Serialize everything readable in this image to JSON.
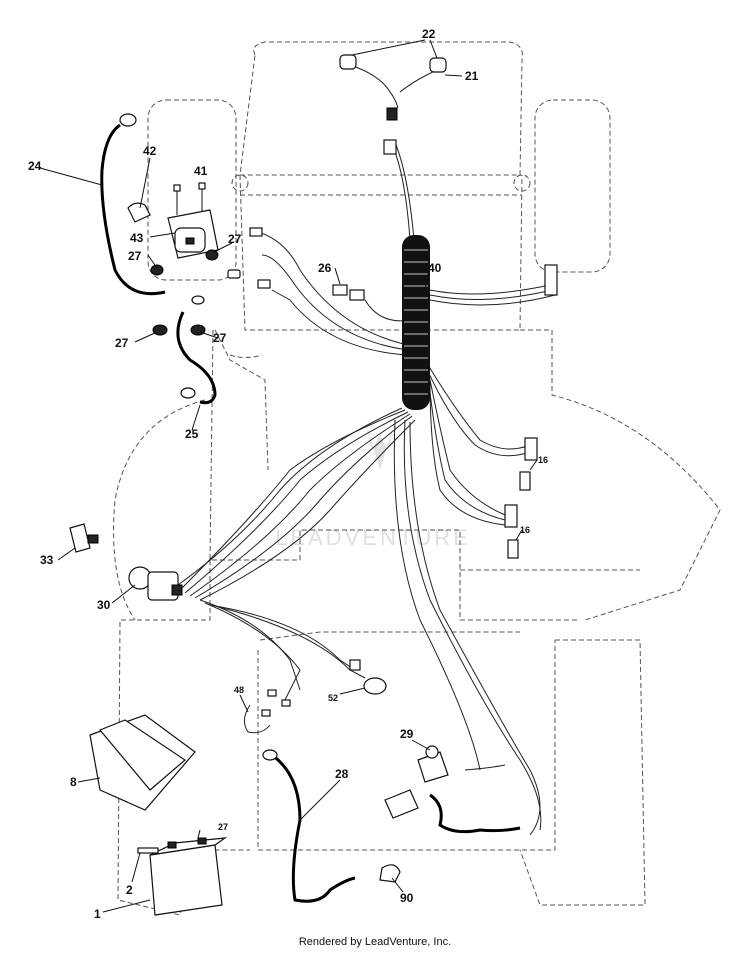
{
  "watermark": "LEADVENTURE",
  "footer": "Rendered by LeadVenture, Inc.",
  "callouts": {
    "c22": "22",
    "c21": "21",
    "c24": "24",
    "c42": "42",
    "c41": "41",
    "c43": "43",
    "c27a": "27",
    "c27b": "27",
    "c27c": "27",
    "c27d": "27",
    "c26": "26",
    "c40": "40",
    "c25": "25",
    "c16a": "16",
    "c16b": "16",
    "c33": "33",
    "c30": "30",
    "c48": "48",
    "c52": "52",
    "c29": "29",
    "c28": "28",
    "c8": "8",
    "c27e": "27",
    "c2": "2",
    "c1": "1",
    "c90": "90"
  }
}
